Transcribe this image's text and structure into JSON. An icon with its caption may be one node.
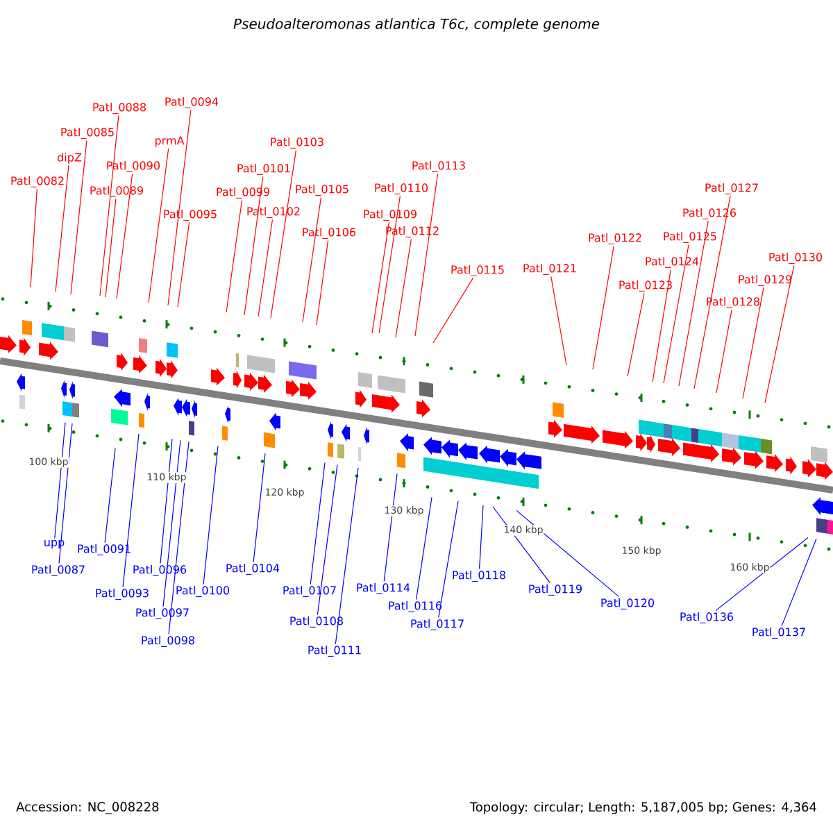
{
  "diagram": {
    "title": "Pseudoalteromonas atlantica T6c, complete genome",
    "nodes": [
      {
        "text": [
          "Patl_0082"
        ]
      },
      {
        "text": [
          "dipZ"
        ]
      },
      {
        "text": [
          "Patl_0085"
        ]
      },
      {
        "text": [
          "Patl_0088"
        ]
      },
      {
        "text": [
          "Patl_0089"
        ]
      },
      {
        "text": [
          "Patl_0090"
        ]
      },
      {
        "text": [
          "prmA"
        ]
      },
      {
        "text": [
          "Patl_0094"
        ]
      },
      {
        "text": [
          "Patl_0095"
        ]
      },
      {
        "text": [
          "Patl_0099"
        ]
      },
      {
        "text": [
          "Patl_0101"
        ]
      },
      {
        "text": [
          "Patl_0102"
        ]
      },
      {
        "text": [
          "Patl_0103"
        ]
      },
      {
        "text": [
          "Patl_0105"
        ]
      },
      {
        "text": [
          "Patl_0106"
        ]
      },
      {
        "text": [
          "Patl_0109"
        ]
      },
      {
        "text": [
          "Patl_0110"
        ]
      },
      {
        "text": [
          "Patl_0112"
        ]
      },
      {
        "text": [
          "Patl_0113"
        ]
      },
      {
        "text": [
          "Patl_0115"
        ]
      },
      {
        "text": [
          "Patl_0121"
        ]
      },
      {
        "text": [
          "Patl_0122"
        ]
      },
      {
        "text": [
          "Patl_0123"
        ]
      },
      {
        "text": [
          "Patl_0124"
        ]
      },
      {
        "text": [
          "Patl_0125"
        ]
      },
      {
        "text": [
          "Patl_0126"
        ]
      },
      {
        "text": [
          "Patl_0127"
        ]
      },
      {
        "text": [
          "Patl_0128"
        ]
      },
      {
        "text": [
          "Patl_0129"
        ]
      },
      {
        "text": [
          "Patl_0130"
        ]
      },
      {
        "text": [
          "upp"
        ]
      },
      {
        "text": [
          "Patl_0087"
        ]
      },
      {
        "text": [
          "Patl_0091"
        ]
      },
      {
        "text": [
          "Patl_0093"
        ]
      },
      {
        "text": [
          "Patl_0096"
        ]
      },
      {
        "text": [
          "Patl_0097"
        ]
      },
      {
        "text": [
          "Patl_0098"
        ]
      },
      {
        "text": [
          "Patl_0100"
        ]
      },
      {
        "text": [
          "Patl_0104"
        ]
      },
      {
        "text": [
          "Patl_0107"
        ]
      },
      {
        "text": [
          "Patl_0108"
        ]
      },
      {
        "text": [
          "Patl_0111"
        ]
      },
      {
        "text": [
          "Patl_0114"
        ]
      },
      {
        "text": [
          "Patl_0116"
        ]
      },
      {
        "text": [
          "Patl_0117"
        ]
      },
      {
        "text": [
          "Patl_0118"
        ]
      },
      {
        "text": [
          "Patl_0119"
        ]
      },
      {
        "text": [
          "Patl_0120"
        ]
      },
      {
        "text": [
          "Patl_0136"
        ]
      },
      {
        "text": [
          "Patl_0137"
        ]
      }
    ],
    "edges": [
      {
        "from": 0,
        "to": null,
        "arrow": "none"
      },
      {
        "from": 1,
        "to": null,
        "arrow": "none"
      },
      {
        "from": 2,
        "to": null,
        "arrow": "none"
      },
      {
        "from": 3,
        "to": null,
        "arrow": "none"
      },
      {
        "from": 4,
        "to": null,
        "arrow": "none"
      },
      {
        "from": 5,
        "to": null,
        "arrow": "none"
      },
      {
        "from": 6,
        "to": null,
        "arrow": "none"
      },
      {
        "from": 7,
        "to": null,
        "arrow": "none"
      },
      {
        "from": 8,
        "to": null,
        "arrow": "none"
      },
      {
        "from": 9,
        "to": null,
        "arrow": "none"
      },
      {
        "from": 10,
        "to": null,
        "arrow": "none"
      },
      {
        "from": 11,
        "to": null,
        "arrow": "none"
      },
      {
        "from": 12,
        "to": null,
        "arrow": "none"
      },
      {
        "from": 13,
        "to": null,
        "arrow": "none"
      },
      {
        "from": 14,
        "to": null,
        "arrow": "none"
      },
      {
        "from": 15,
        "to": null,
        "arrow": "none"
      },
      {
        "from": 16,
        "to": null,
        "arrow": "none"
      },
      {
        "from": 17,
        "to": null,
        "arrow": "none"
      },
      {
        "from": 18,
        "to": null,
        "arrow": "none"
      },
      {
        "from": 19,
        "to": null,
        "arrow": "none"
      },
      {
        "from": 20,
        "to": null,
        "arrow": "none"
      },
      {
        "from": 21,
        "to": null,
        "arrow": "none"
      },
      {
        "from": 22,
        "to": null,
        "arrow": "none"
      },
      {
        "from": 23,
        "to": null,
        "arrow": "none"
      },
      {
        "from": 24,
        "to": null,
        "arrow": "none"
      },
      {
        "from": 25,
        "to": null,
        "arrow": "none"
      },
      {
        "from": 26,
        "to": null,
        "arrow": "none"
      },
      {
        "from": 27,
        "to": null,
        "arrow": "none"
      },
      {
        "from": 28,
        "to": null,
        "arrow": "none"
      },
      {
        "from": 29,
        "to": null,
        "arrow": "none"
      },
      {
        "from": 30,
        "to": null,
        "arrow": "none",
        "color": "#0000ff"
      },
      {
        "from": 31,
        "to": null,
        "arrow": "none",
        "color": "#0000ff"
      },
      {
        "from": 32,
        "to": null,
        "arrow": "none",
        "color": "#0000ff"
      },
      {
        "from": 33,
        "to": null,
        "arrow": "none",
        "color": "#0000ff"
      },
      {
        "from": 34,
        "to": null,
        "arrow": "none",
        "color": "#0000ff"
      },
      {
        "from": 35,
        "to": null,
        "arrow": "none",
        "color": "#0000ff"
      },
      {
        "from": 36,
        "to": null,
        "arrow": "none",
        "color": "#0000ff"
      },
      {
        "from": 37,
        "to": null,
        "arrow": "none",
        "color": "#0000ff"
      },
      {
        "from": 38,
        "to": null,
        "arrow": "none",
        "color": "#0000ff"
      },
      {
        "from": 39,
        "to": null,
        "arrow": "none",
        "color": "#0000ff"
      },
      {
        "from": 40,
        "to": null,
        "arrow": "none",
        "color": "#0000ff"
      },
      {
        "from": 41,
        "to": null,
        "arrow": "none",
        "color": "#0000ff"
      },
      {
        "from": 42,
        "to": null,
        "arrow": "none",
        "color": "#0000ff"
      },
      {
        "from": 43,
        "to": null,
        "arrow": "none",
        "color": "#0000ff"
      },
      {
        "from": 44,
        "to": null,
        "arrow": "none",
        "color": "#0000ff"
      },
      {
        "from": 45,
        "to": null,
        "arrow": "none",
        "color": "#0000ff"
      },
      {
        "from": 46,
        "to": null,
        "arrow": "none",
        "color": "#0000ff"
      },
      {
        "from": 47,
        "to": null,
        "arrow": "none",
        "color": "#0000ff"
      },
      {
        "from": 48,
        "to": null,
        "arrow": "none",
        "color": "#0000ff"
      },
      {
        "from": 49,
        "to": null,
        "arrow": "none",
        "color": "#0000ff"
      }
    ],
    "labels": [
      "100 kbp",
      "110 kbp",
      "120 kbp",
      "130 kbp",
      "140 kbp",
      "150 kbp",
      "160 kbp",
      "Accession: NC_008228",
      "Topology: circular; Length: 5,187,005 bp; Genes: 4,364"
    ]
  }
}
